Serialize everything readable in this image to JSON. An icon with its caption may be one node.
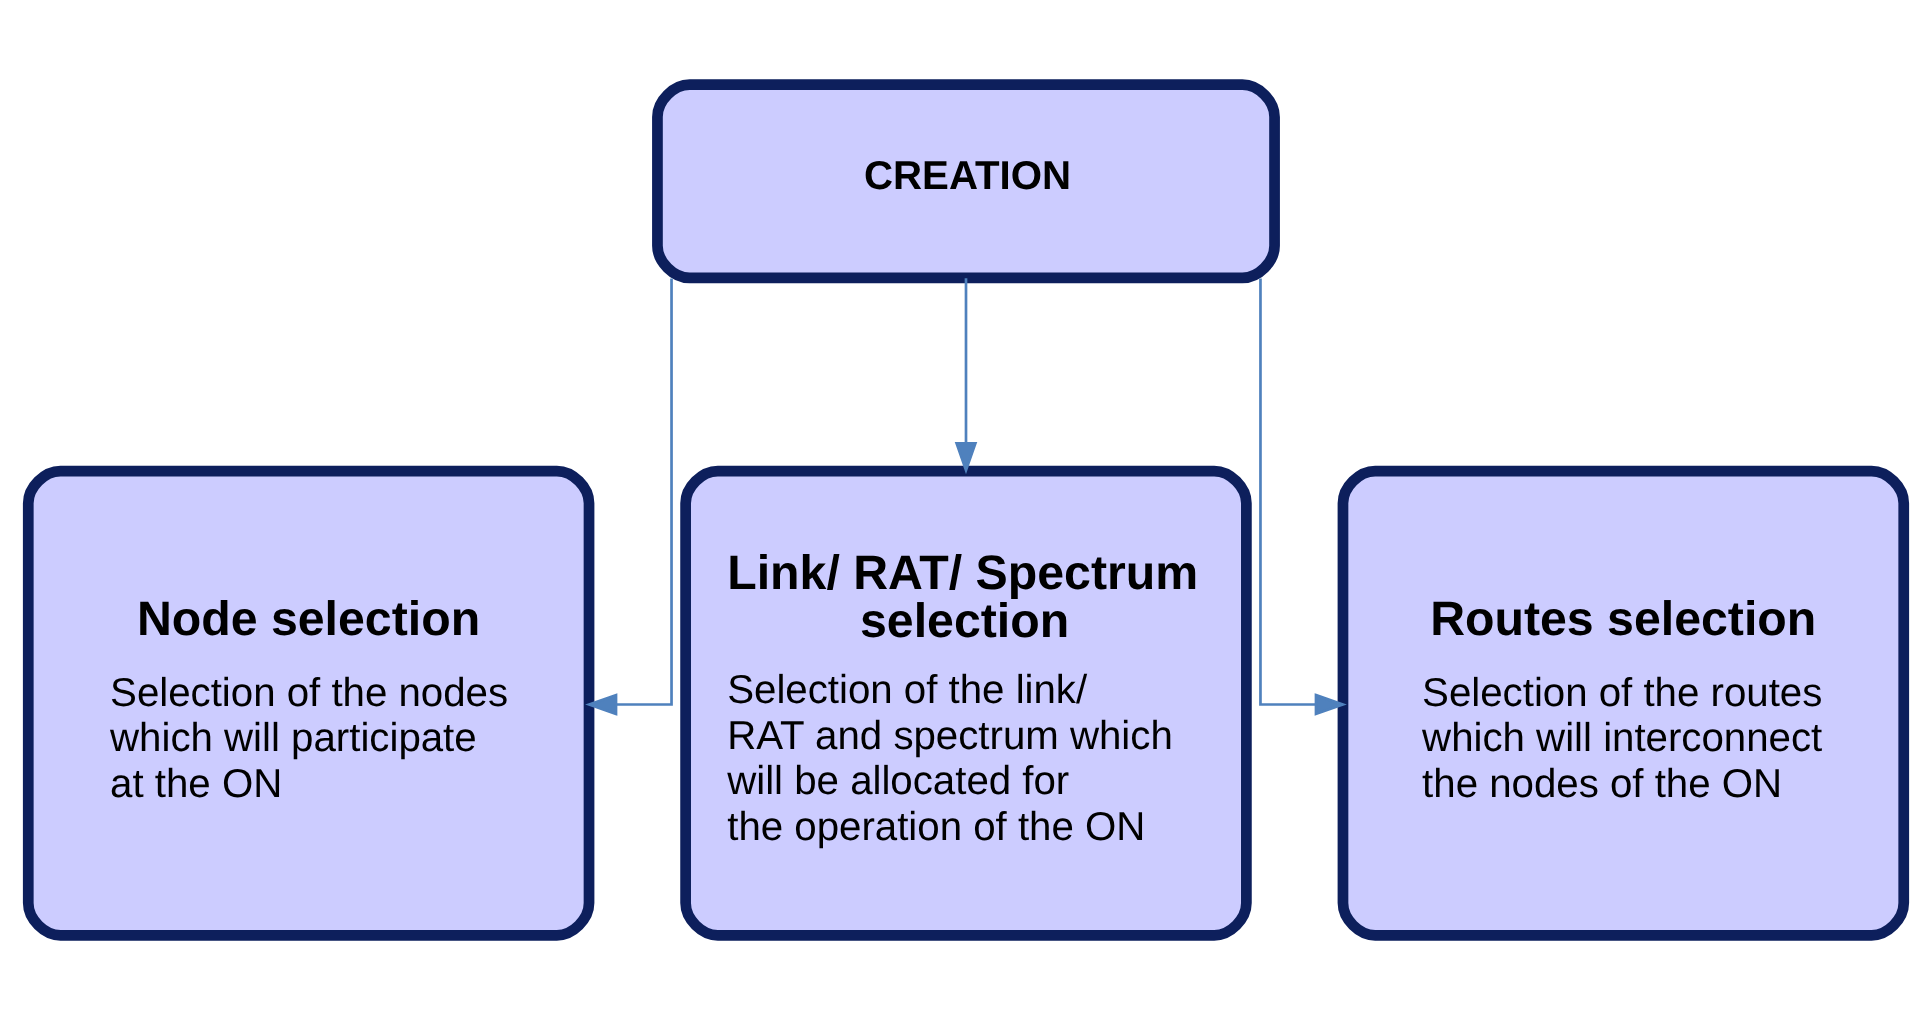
{
  "diagram": {
    "nodes": [
      {
        "text": [
          "CREATION"
        ]
      },
      {
        "text": [
          "Node selection",
          "Selection of the nodes which will participate at the ON"
        ]
      },
      {
        "text": [
          "Link/ RAT/ Spectrum selection",
          "Selection of the link/ RAT and spectrum which will be allocated for the operation of the ON"
        ]
      },
      {
        "text": [
          "Routes selection",
          "Selection of the routes which will interconnect the nodes of the ON"
        ]
      }
    ],
    "edges": [
      {
        "from": 0,
        "to": 1,
        "arrow": "to"
      },
      {
        "from": 0,
        "to": 2,
        "arrow": "to"
      },
      {
        "from": 0,
        "to": 3,
        "arrow": "to"
      }
    ]
  }
}
